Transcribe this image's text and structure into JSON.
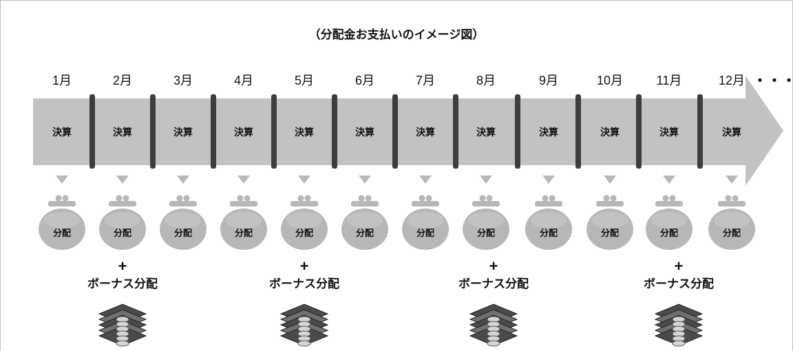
{
  "title": "（分配金お支払いのイメージ図）",
  "months": [
    "1月",
    "2月",
    "3月",
    "4月",
    "5月",
    "6月",
    "7月",
    "8月",
    "9月",
    "10月",
    "11月",
    "12月"
  ],
  "ellipsis": "・・・",
  "segment_label": "決算",
  "distribution_label": "分配",
  "bonus": {
    "plus": "+",
    "label": "ボーナス分配"
  },
  "bonus_months": [
    "2月",
    "5月",
    "8月",
    "11月"
  ],
  "colors": {
    "arrow": "#c2c2c2",
    "divider": "#3d3d3d",
    "purse": "#b7b7b7",
    "small_arrow": "#b8b8b8",
    "border": "#bdbdbd"
  },
  "icons": {
    "purse": "purse-icon",
    "money": "money-stack-icon",
    "down_arrow": "down-triangle-icon"
  }
}
